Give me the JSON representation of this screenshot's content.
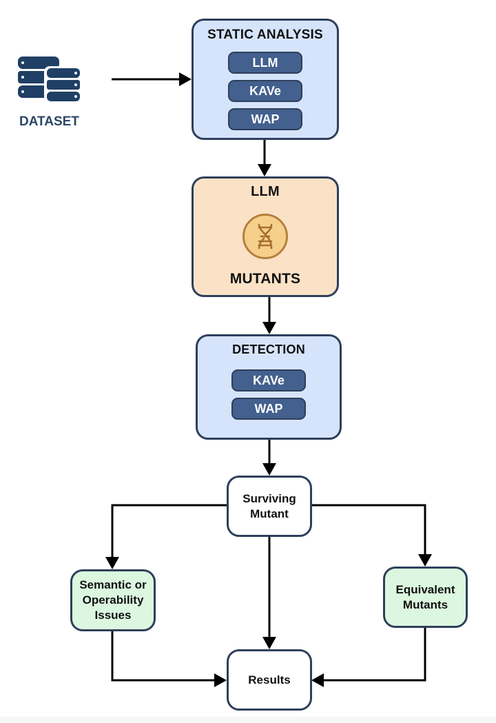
{
  "source": {
    "label": "DATASET",
    "icon": "database-icon",
    "color": "#1f3f64"
  },
  "static_analysis": {
    "title": "STATIC ANALYSIS",
    "tools": [
      "LLM",
      "KAVe",
      "WAP"
    ]
  },
  "mutation": {
    "title": "LLM",
    "icon": "dna-icon",
    "subtitle": "MUTANTS"
  },
  "detection": {
    "title": "DETECTION",
    "tools": [
      "KAVe",
      "WAP"
    ]
  },
  "surviving": {
    "label_line1": "Surviving",
    "label_line2": "Mutant"
  },
  "semantic": {
    "line1": "Semantic or",
    "line2": "Operability",
    "line3": "Issues"
  },
  "equivalent": {
    "line1": "Equivalent",
    "line2": "Mutants"
  },
  "results": {
    "label": "Results"
  },
  "colors": {
    "analysis_fill": "#d6e4fb",
    "mutant_fill": "#fbe2c6",
    "outcome_fill": "#dcf7df",
    "pill_fill": "#43608e",
    "border": "#2e3f5c"
  }
}
